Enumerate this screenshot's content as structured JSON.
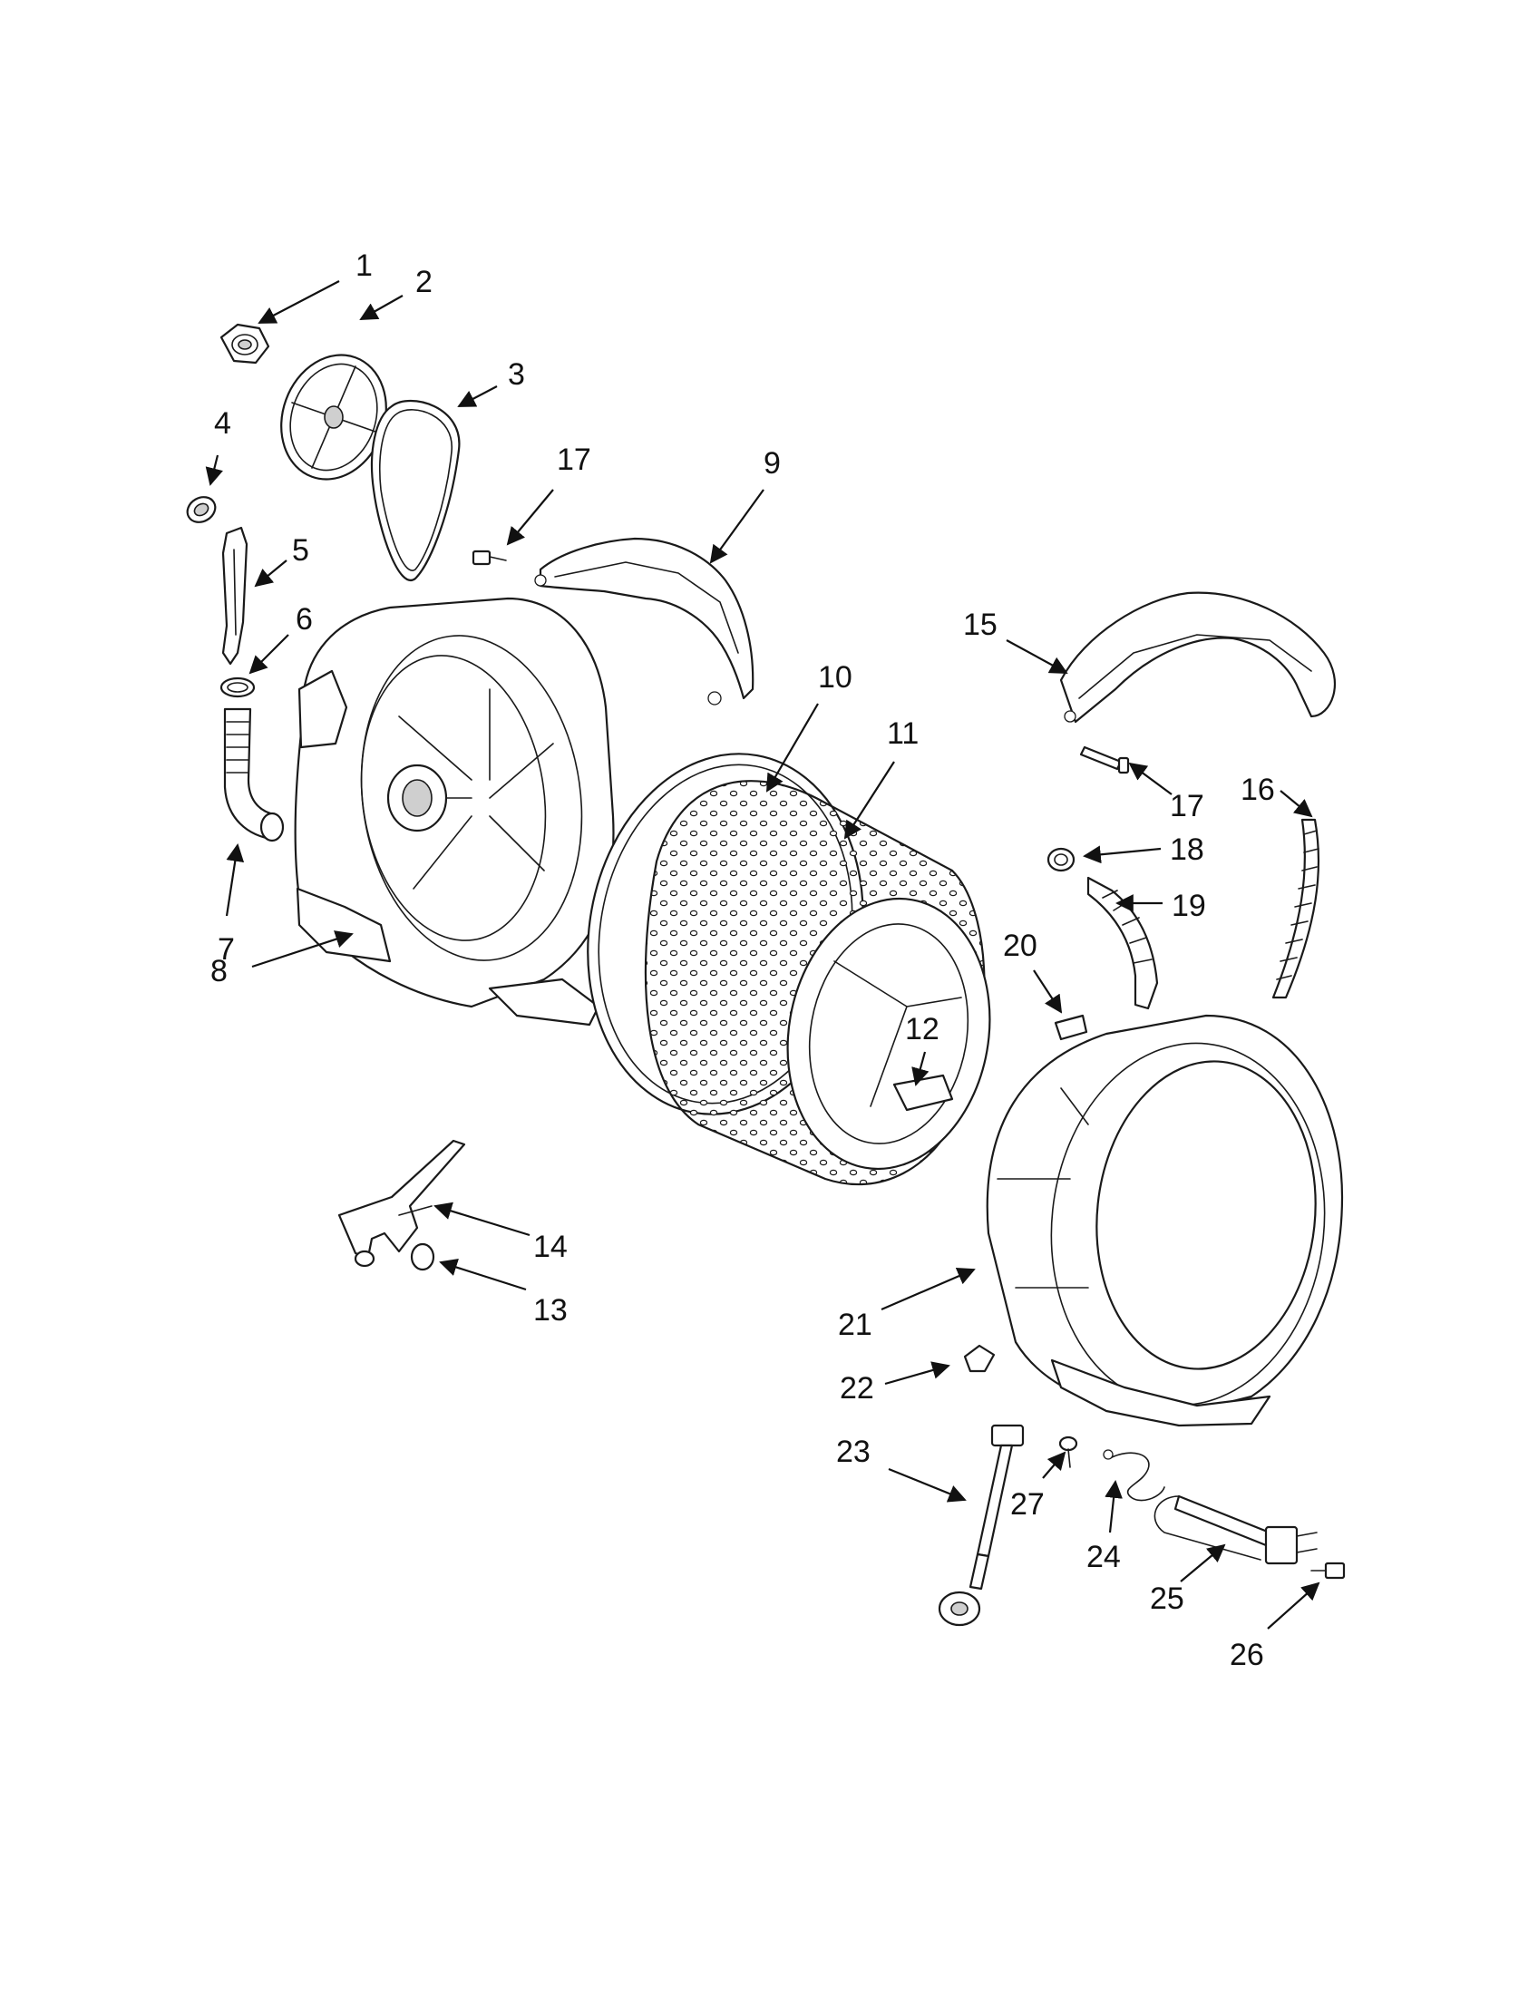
{
  "callouts": [
    {
      "id": "c1",
      "label": "1"
    },
    {
      "id": "c2",
      "label": "2"
    },
    {
      "id": "c3",
      "label": "3"
    },
    {
      "id": "c4",
      "label": "4"
    },
    {
      "id": "c5",
      "label": "5"
    },
    {
      "id": "c6",
      "label": "6"
    },
    {
      "id": "c7",
      "label": "7"
    },
    {
      "id": "c8",
      "label": "8"
    },
    {
      "id": "c9",
      "label": "9"
    },
    {
      "id": "c10",
      "label": "10"
    },
    {
      "id": "c11",
      "label": "11"
    },
    {
      "id": "c12",
      "label": "12"
    },
    {
      "id": "c13",
      "label": "13"
    },
    {
      "id": "c14",
      "label": "14"
    },
    {
      "id": "c15",
      "label": "15"
    },
    {
      "id": "c16",
      "label": "16"
    },
    {
      "id": "c17a",
      "label": "17"
    },
    {
      "id": "c17b",
      "label": "17"
    },
    {
      "id": "c18",
      "label": "18"
    },
    {
      "id": "c19",
      "label": "19"
    },
    {
      "id": "c20",
      "label": "20"
    },
    {
      "id": "c21",
      "label": "21"
    },
    {
      "id": "c22",
      "label": "22"
    },
    {
      "id": "c23",
      "label": "23"
    },
    {
      "id": "c24",
      "label": "24"
    },
    {
      "id": "c25",
      "label": "25"
    },
    {
      "id": "c26",
      "label": "26"
    },
    {
      "id": "c27",
      "label": "27"
    }
  ]
}
